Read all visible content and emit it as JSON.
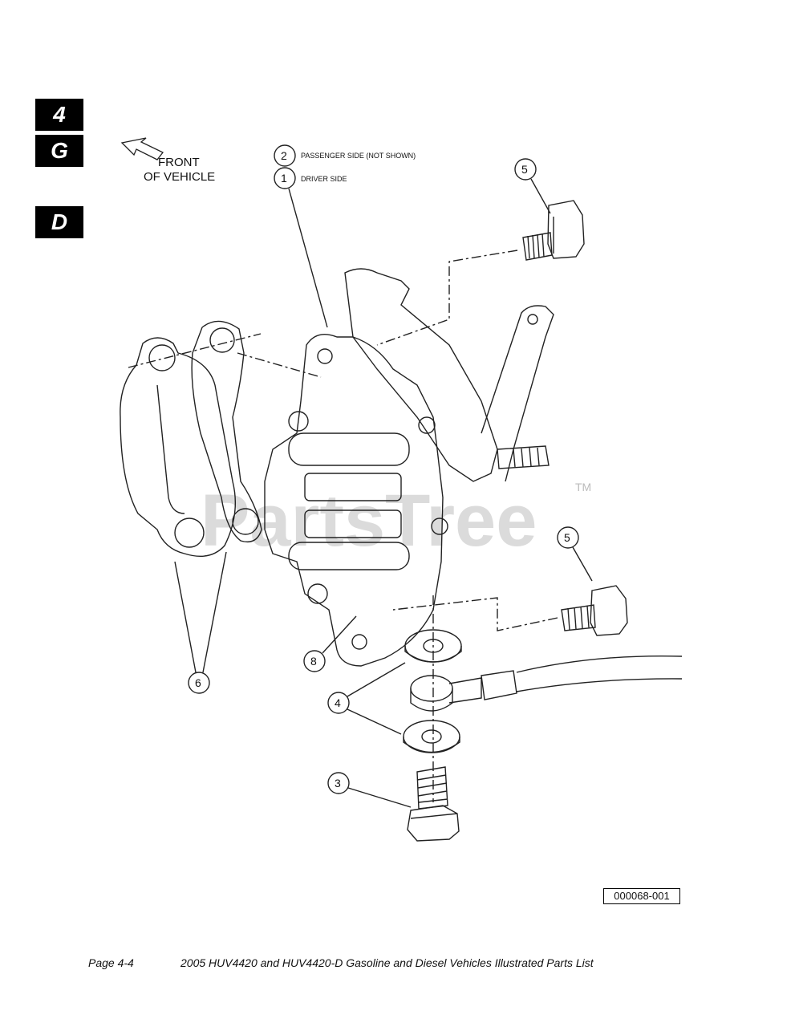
{
  "side_tabs": [
    "4",
    "G",
    "D"
  ],
  "front_label": [
    "FRONT",
    "OF VEHICLE"
  ],
  "callouts": {
    "c1": "1",
    "c2": "2",
    "c3": "3",
    "c4": "4",
    "c5a": "5",
    "c5b": "5",
    "c6": "6",
    "c8": "8"
  },
  "callout_notes": {
    "passenger": "PASSENGER SIDE (NOT SHOWN)",
    "driver": "DRIVER SIDE"
  },
  "watermark": {
    "text": "PartsTree",
    "tm": "TM"
  },
  "figure_id": "000068-001",
  "footer": {
    "page": "Page 4-4",
    "title": "2005 HUV4420 and HUV4420-D Gasoline and Diesel Vehicles Illustrated Parts List"
  }
}
